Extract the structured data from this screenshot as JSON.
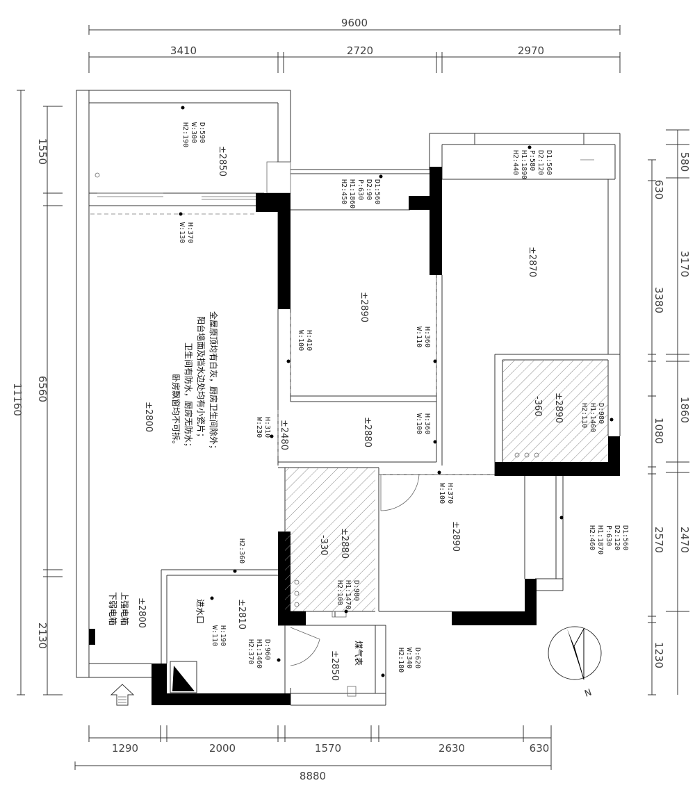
{
  "dimensions": {
    "top_total": "9600",
    "top_segments": [
      "3410",
      "2720",
      "2970"
    ],
    "bottom_segments": [
      "1290",
      "2000",
      "1570",
      "2630",
      "630"
    ],
    "bottom_total": "8880",
    "left_total": "11160",
    "left_segments": [
      "1550",
      "6560",
      "2130"
    ],
    "right_outer": [
      "630",
      "3380",
      "1080",
      "2570",
      "1230"
    ],
    "right_inner": [
      "580",
      "3170",
      "1860",
      "2470"
    ]
  },
  "elevations": {
    "balcony": "±2850",
    "living": "±2800",
    "bedroom_center": "±2890",
    "bedroom_right": "±2870",
    "bath_right": "±2890",
    "bath_right_drop": "-360",
    "hall_a": "±2480",
    "hall_b": "±2880",
    "bath_center": "±2880",
    "bath_center_drop": "-330",
    "bedroom_lower": "±2890",
    "kitchen": "±2810",
    "entry_small": "±2850",
    "entrance": "±2800"
  },
  "openings": {
    "balcony_window": [
      "D:590",
      "W:300",
      "H2:190"
    ],
    "balcony_door": [
      "H:370",
      "W:130"
    ],
    "window_center_top": [
      "D1:560",
      "D2:90",
      "P:630",
      "H1:1860",
      "H2:450"
    ],
    "window_right_top": [
      "D1:560",
      "D2:120",
      "P:580",
      "H1:1890",
      "H2:440"
    ],
    "door_left_a": [
      "H:410",
      "W:100"
    ],
    "door_center_a": [
      "H:360",
      "W:110"
    ],
    "door_left_b": [
      "H:310",
      "W:230"
    ],
    "door_center_b": [
      "H:360",
      "W:100"
    ],
    "bath_window": [
      "D:980",
      "H1:1460",
      "H2:110"
    ],
    "door_lower": [
      "H:370",
      "W:100"
    ],
    "window_right_lower": [
      "D1:560",
      "D2:120",
      "P:630",
      "H1:1870",
      "H2:460"
    ],
    "bath_center_window": [
      "D:980",
      "H1:1470",
      "H2:100"
    ],
    "kitchen_top": [
      "H2:360"
    ],
    "kitchen_door": [
      "H:190",
      "W:110"
    ],
    "kitchen_window": [
      "D:960",
      "H1:1460",
      "H2:370"
    ],
    "gas_window": [
      "D:620",
      "W:340",
      "H2:180"
    ]
  },
  "notes": {
    "general": [
      "全屋原顶均有白灰，厨房卫生间除外；",
      "阳台墙面及挡水边处均有小瓷片；",
      "卫生间有防水，厨房无防水；",
      "卧房飘窗均不可拆。"
    ],
    "electric_box": "上强电箱",
    "weak_box": "下弱电箱",
    "water_inlet": "进水口",
    "gas_meter": "煤气表",
    "north": "N"
  }
}
